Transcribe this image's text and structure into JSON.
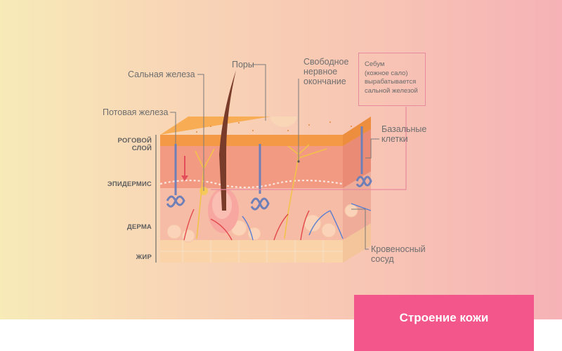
{
  "labels": {
    "sebaceous_gland": "Сальная железа",
    "pores": "Поры",
    "free_nerve_line1": "Свободное",
    "free_nerve_line2": "нервное",
    "free_nerve_line3": "окончание",
    "sweat_gland": "Потовая железа",
    "basal_line1": "Базальные",
    "basal_line2": "клетки",
    "blood_vessel_line1": "Кровеносный",
    "blood_vessel_line2": "сосуд"
  },
  "note": {
    "line1": "Себум",
    "line2": "(кожное сало)",
    "line3": "вырабатывается",
    "line4": "сальной железой"
  },
  "layers": {
    "stratum_corneum_line1": "РОГОВОЙ",
    "stratum_corneum_line2": "СЛОЙ",
    "epidermis": "ЭПИДЕРМИС",
    "dermis": "ДЕРМА",
    "fat": "ЖИР"
  },
  "badge": {
    "title": "Строение кожи"
  },
  "colors": {
    "badge": "#f2568a",
    "note_border": "#e88a9e",
    "stratum_corneum": "#f7a64e",
    "epidermis": "#f3967f",
    "dermis": "#f7c0ae",
    "fat": "#fad4ad"
  }
}
